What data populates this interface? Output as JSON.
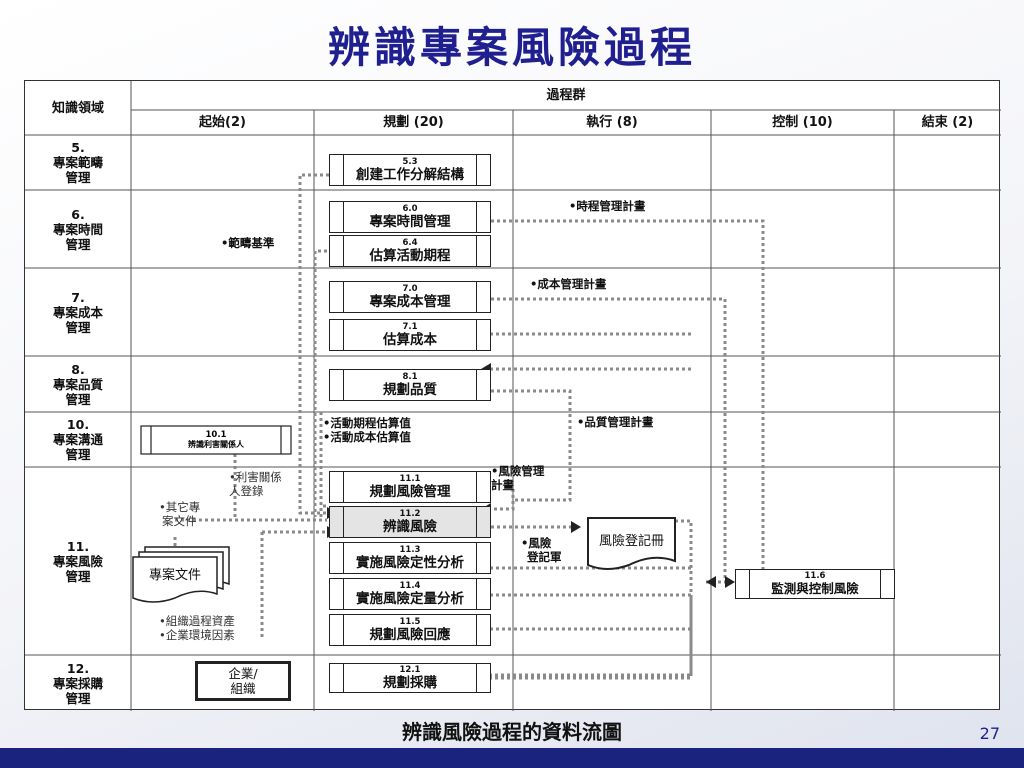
{
  "title": "辨識專案風險過程",
  "footer": "辨識風險過程的資料流圖",
  "page_number": "27",
  "table": {
    "corner": "知識領域",
    "group_header": "過程群",
    "columns": [
      "起始(2)",
      "規劃 (20)",
      "執行 (8)",
      "控制 (10)",
      "結束 (2)"
    ],
    "rows": [
      {
        "num": "5.",
        "name": "專案範疇\n管理"
      },
      {
        "num": "6.",
        "name": "專案時間\n管理"
      },
      {
        "num": "7.",
        "name": "專案成本\n管理"
      },
      {
        "num": "8.",
        "name": "專案品質\n管理"
      },
      {
        "num": "10.",
        "name": "專案溝通\n管理"
      },
      {
        "num": "11.",
        "name": "專案風險\n管理"
      },
      {
        "num": "12.",
        "name": "專案採購\n管理"
      }
    ]
  },
  "processes": [
    {
      "num": "5.3",
      "name": "創建工作分解結構"
    },
    {
      "num": "6.0",
      "name": "專案時間管理"
    },
    {
      "num": "6.4",
      "name": "估算活動期程"
    },
    {
      "num": "7.0",
      "name": "專案成本管理"
    },
    {
      "num": "7.1",
      "name": "估算成本"
    },
    {
      "num": "8.1",
      "name": "規劃品質"
    },
    {
      "num": "10.1",
      "name": "辨識利害關係人"
    },
    {
      "num": "11.1",
      "name": "規劃風險管理"
    },
    {
      "num": "11.2",
      "name": "辨識風險"
    },
    {
      "num": "11.3",
      "name": "實施風險定性分析"
    },
    {
      "num": "11.4",
      "name": "實施風險定量分析"
    },
    {
      "num": "11.5",
      "name": "規劃風險回應"
    },
    {
      "num": "11.6",
      "name": "監測與控制風險"
    },
    {
      "num": "12.1",
      "name": "規劃採購"
    }
  ],
  "flow_labels": {
    "scope_baseline": "•範疇基準",
    "schedule_plan": "•時程管理計畫",
    "cost_plan": "•成本管理計畫",
    "quality_plan": "•品質管理計畫",
    "estimates_1": "•活動期程估算值",
    "estimates_2": "•活動成本估算值",
    "stakeholder_1": "•利害關係",
    "stakeholder_2": "人登錄",
    "other_docs_1": "•其它專",
    "other_docs_2": "案文件",
    "risk_plan_1": "•風險管理",
    "risk_plan_2": "計畫",
    "risk_reg_1": "•風險",
    "risk_reg_2": "登記軍",
    "org_assets_1": "•組織過程資產",
    "org_assets_2": "•企業環境因素"
  },
  "artifacts": {
    "project_docs": "專案文件",
    "risk_register": "風險登記冊",
    "enterprise": "企業/\n組織"
  }
}
